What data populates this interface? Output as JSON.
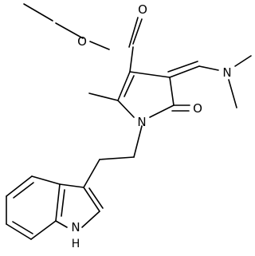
{
  "molecule": {
    "atoms": {
      "ester_o_single": "O",
      "ester_o_double": "O",
      "amine_n": "N",
      "ring_n": "N",
      "lactam_o": "O",
      "indole_n": "N",
      "indole_h": "H"
    },
    "colors": {
      "bond": "#000000",
      "background": "#ffffff"
    }
  }
}
